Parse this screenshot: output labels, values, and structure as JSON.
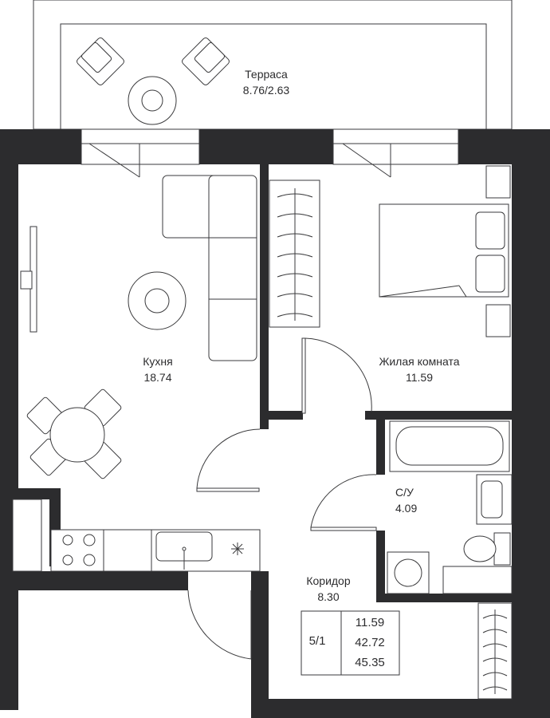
{
  "wall_color": "#2c2c2e",
  "rooms": {
    "terrace": {
      "name": "Терраса",
      "area": "8.76/2.63"
    },
    "kitchen": {
      "name": "Кухня",
      "area": "18.74"
    },
    "living": {
      "name": "Жилая комната",
      "area": "11.59"
    },
    "bathroom": {
      "name": "С/У",
      "area": "4.09"
    },
    "corridor": {
      "name": "Коридор",
      "area": "8.30"
    }
  },
  "summary": {
    "label": "5/1",
    "living_area": "11.59",
    "total_area": "42.72",
    "total_with_terrace": "45.35"
  }
}
